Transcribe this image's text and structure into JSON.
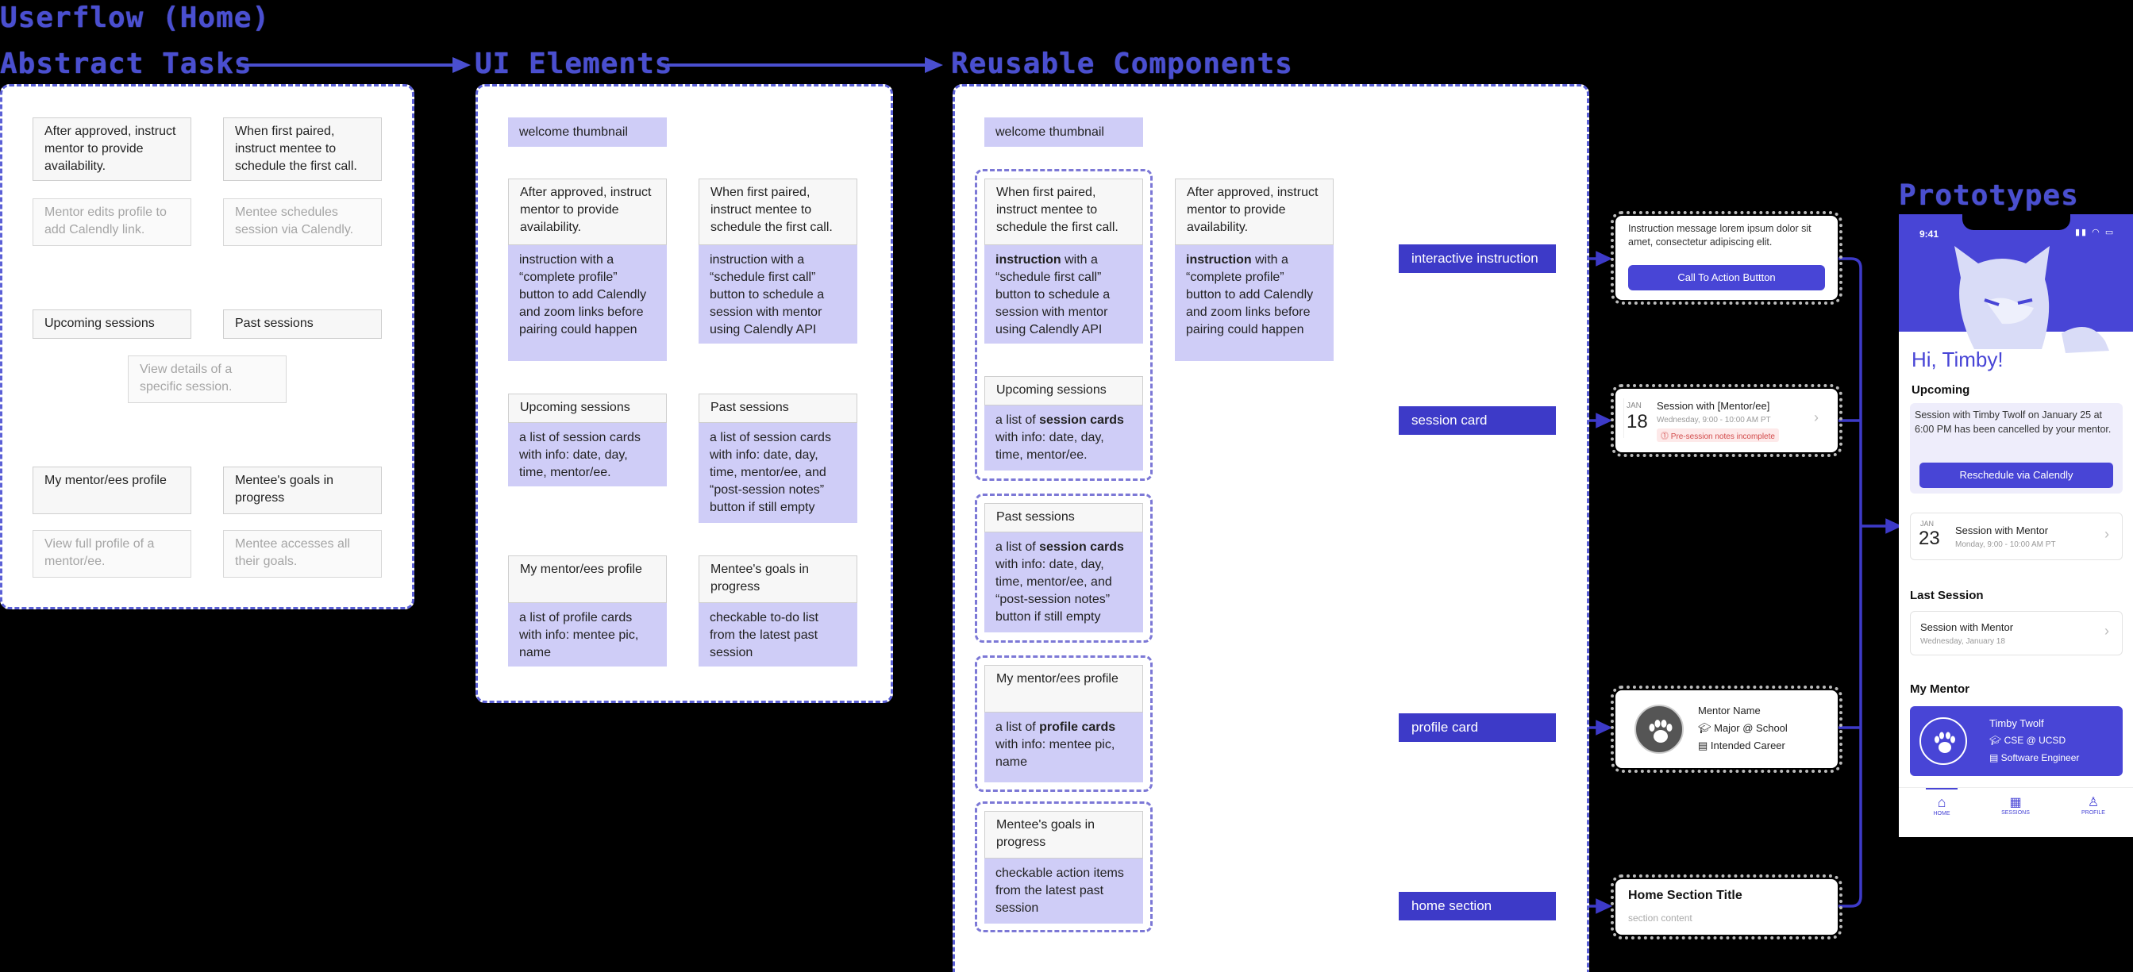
{
  "page_title": "Userflow (Home)",
  "sections": {
    "abstract": "Abstract Tasks",
    "ui": "UI Elements",
    "reusable": "Reusable Components",
    "prototypes": "Prototypes"
  },
  "abstract": {
    "mentor_task": "After approved, instruct mentor to provide availability.",
    "mentee_task": "When first paired, instruct mentee to schedule the first call.",
    "mentor_sub": "Mentor edits profile to add Calendly link.",
    "mentee_sub": "Mentee schedules session via Calendly.",
    "upcoming": "Upcoming sessions",
    "past": "Past sessions",
    "view_session": "View details of a specific session.",
    "mentor_profile": "My mentor/ees profile",
    "goals": "Mentee's goals in progress",
    "view_profile": "View full profile of a mentor/ee.",
    "access_goals": "Mentee accesses all their goals."
  },
  "ui": {
    "welcome": "welcome thumbnail",
    "mentor_task": "After approved, instruct mentor to provide availability.",
    "mentor_detail": "instruction with a “complete profile” button to add Calendly and zoom links before pairing could happen",
    "mentee_task": "When first paired, instruct mentee to schedule the first call.",
    "mentee_detail": "instruction with a “schedule first call” button to schedule a session with mentor using Calendly API",
    "upcoming": "Upcoming sessions",
    "upcoming_detail": "a list of session cards with info: date, day, time, mentor/ee.",
    "past": "Past sessions",
    "past_detail": "a list of session cards with info: date, day, time, mentor/ee, and “post-session notes” button if still empty",
    "profile": "My mentor/ees profile",
    "profile_detail": "a list of profile cards with info: mentee pic, name",
    "goals": "Mentee's goals in progress",
    "goals_detail": "checkable to-do list from the latest past session"
  },
  "reusable": {
    "welcome": "welcome thumbnail",
    "mentee_task": "When first paired, instruct mentee to schedule the first call.",
    "mentee_detail_bold": "instruction",
    "mentee_detail_rest": " with a “schedule first call” button to schedule a session with mentor using Calendly API",
    "mentor_task": "After approved, instruct mentor to provide availability.",
    "mentor_detail_bold": "instruction",
    "mentor_detail_rest": " with a “complete profile” button to add Calendly and zoom links before pairing could happen",
    "upcoming": "Upcoming sessions",
    "upcoming_pre": "a list of ",
    "upcoming_bold": "session cards",
    "upcoming_rest": " with info: date, day, time, mentor/ee.",
    "past": "Past sessions",
    "past_pre": "a list of ",
    "past_bold": "session cards",
    "past_rest": " with info: date, day, time, mentor/ee, and “post-session notes” button if still empty",
    "profile": "My mentor/ees profile",
    "profile_pre": "a list of ",
    "profile_bold": "profile cards",
    "profile_rest": " with info: mentee pic, name",
    "goals": "Mentee's goals in progress",
    "goals_detail": "checkable action items from the latest past session"
  },
  "components": {
    "instruction": "interactive instruction",
    "session": "session card",
    "profile": "profile card",
    "home_section": "home section"
  },
  "proto_cards": {
    "instruction_msg": "Instruction message lorem ipsum dolor sit amet, consectetur adipiscing elit.",
    "cta": "Call To Action Buttton",
    "session_month": "JAN",
    "session_day": "18",
    "session_title": "Session with [Mentor/ee]",
    "session_time": "Wednesday, 9:00 - 10:00 AM PT",
    "session_warning": "Pre-session notes incomplete",
    "mentor_name": "Mentor Name",
    "mentor_major": "Major @ School",
    "mentor_career": "Intended Career",
    "home_title": "Home Section Title",
    "home_content": "section content"
  },
  "phone": {
    "time": "9:41",
    "greeting": "Hi, Timby!",
    "upcoming_heading": "Upcoming",
    "cancel_msg": "Session with Timby Twolf on January 25 at 6:00 PM has been cancelled by your mentor.",
    "reschedule": "Reschedule via Calendly",
    "next_month": "JAN",
    "next_day": "23",
    "next_title": "Session with Mentor",
    "next_time": "Monday, 9:00 - 10:00 AM PT",
    "last_heading": "Last Session",
    "last_title": "Session with Mentor",
    "last_date": "Wednesday, January 18",
    "mentor_heading": "My Mentor",
    "mentor_name": "Timby Twolf",
    "mentor_school": "CSE @ UCSD",
    "mentor_job": "Software Engineer",
    "nav_home": "HOME",
    "nav_sessions": "SESSIONS",
    "nav_profile": "PROFILE"
  },
  "colors": {
    "accent": "#3d3ac8",
    "lavender": "#cfcdf7",
    "dash": "#5b60d6"
  }
}
